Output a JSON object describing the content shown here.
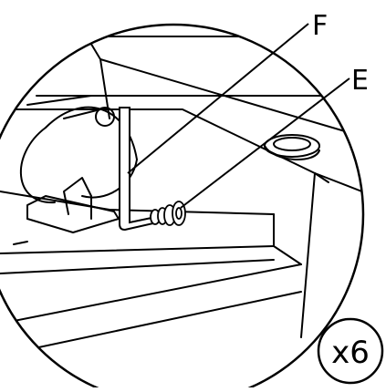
{
  "labels": {
    "part_f": "F",
    "part_e": "E",
    "quantity": "x6"
  },
  "colors": {
    "line": "#000000",
    "background": "#ffffff",
    "fill": "#ffffff"
  }
}
